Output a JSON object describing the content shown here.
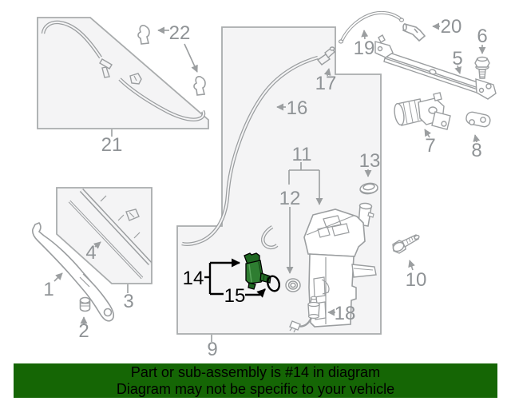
{
  "banner": {
    "line1": "Part or sub-assembly is #14 in diagram",
    "line2": "Diagram may not be specific to your vehicle",
    "background_color": "#156605",
    "text_color": "#000000"
  },
  "diagram": {
    "description": "Exploded parts diagram of windshield wiper and washer components",
    "highlighted_part_number": "14",
    "highlight_color": "#2e7d31",
    "line_color": "#9b9ea0",
    "label_color": "#8f9396",
    "callout_color": "#000000",
    "box_fill": "#f4f4f5",
    "part_labels": {
      "p1": "1",
      "p2": "2",
      "p3": "3",
      "p4": "4",
      "p5": "5",
      "p6": "6",
      "p7": "7",
      "p8": "8",
      "p9": "9",
      "p10": "10",
      "p11": "11",
      "p12": "12",
      "p13": "13",
      "p14": "14",
      "p15": "15",
      "p16": "16",
      "p17": "17",
      "p18": "18",
      "p19": "19",
      "p20": "20",
      "p21": "21",
      "p22": "22"
    }
  }
}
